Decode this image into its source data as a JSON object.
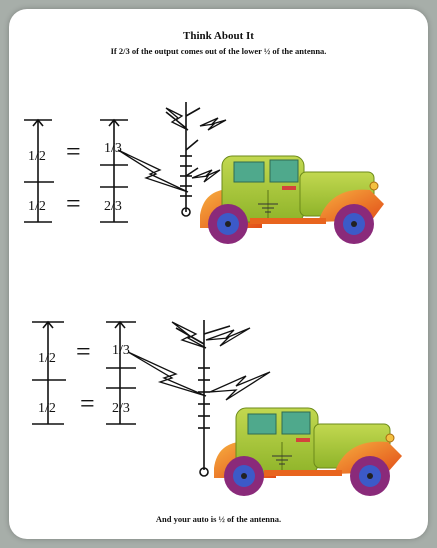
{
  "title": "Think About It",
  "subtitle": "If 2/3 of the output comes out of the lower ½ of the antenna.",
  "footer": "And your auto is ½ of the antenna.",
  "diagram_top": {
    "left_fractions": [
      "1/2",
      "1/2"
    ],
    "right_fractions": [
      "1/3",
      "2/3"
    ],
    "equals": [
      "=",
      "="
    ]
  },
  "diagram_bottom": {
    "left_fractions": [
      "1/2",
      "1/2"
    ],
    "right_fractions": [
      "1/3",
      "2/3"
    ],
    "equals": [
      "=",
      "="
    ]
  },
  "colors": {
    "car_body": "#a8c83a",
    "car_cab": "#9cc030",
    "window": "#4fa98c",
    "fender": "#e8641e",
    "fender_light": "#f5a23a",
    "wheel": "#8a2a7a",
    "hub": "#3c5ac8",
    "bolt": "#2a2a2a"
  }
}
